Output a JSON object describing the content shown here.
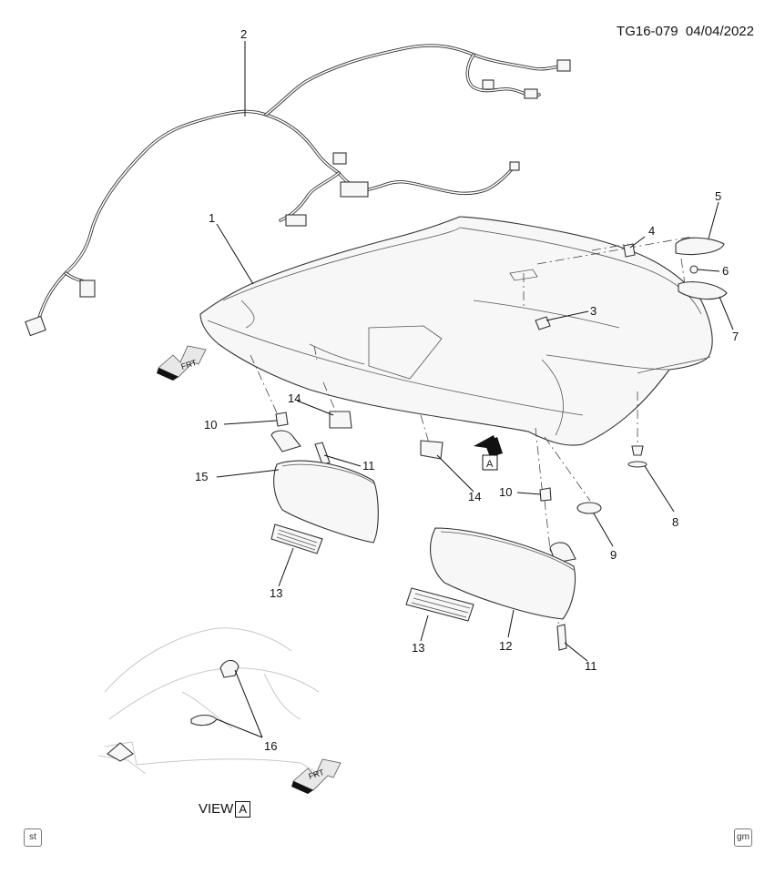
{
  "header": {
    "doc_id": "TG16-079",
    "date": "04/04/2022"
  },
  "callouts": [
    "1",
    "2",
    "3",
    "4",
    "5",
    "6",
    "7",
    "8",
    "9",
    "10",
    "10",
    "11",
    "11",
    "12",
    "13",
    "13",
    "14",
    "14",
    "15",
    "16"
  ],
  "arrows": {
    "front_label_1": "FRT",
    "front_label_2": "FRT",
    "view_marker": "A"
  },
  "view": {
    "label": "VIEW",
    "letter": "A"
  },
  "footer": {
    "left_icon_text": "st",
    "right_icon_text": "gm"
  }
}
